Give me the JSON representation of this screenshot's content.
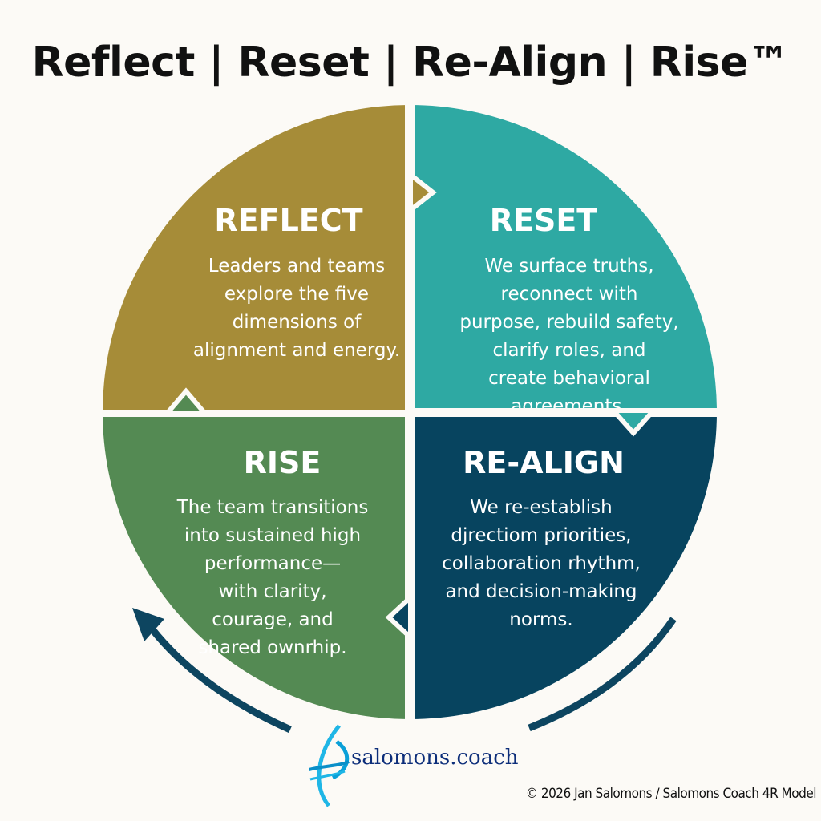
{
  "title": "Reflect | Reset | Re-Align | Rise™",
  "colors": {
    "reflect": "#a68c38",
    "reset": "#2ea9a3",
    "realign": "#07445f",
    "rise": "#548a53",
    "arrow": "#0d4560"
  },
  "quadrants": {
    "reflect": {
      "title": "REFLECT",
      "lines": [
        "Leaders and teams",
        "explore the five",
        "dimensions of",
        "alignment and energy."
      ]
    },
    "reset": {
      "title": "RESET",
      "lines": [
        "We surface truths,",
        "reconnect with",
        "purpose, rebuild safety,",
        "clarify roles, and",
        "create behavioral",
        "agreements."
      ]
    },
    "realign": {
      "title": "RE-ALIGN",
      "lines": [
        "We re-establish",
        "djrectiom priorities,",
        "collaboration rhythm,",
        "and decision-making",
        "norms."
      ]
    },
    "rise": {
      "title": "RISE",
      "lines": [
        "The team transitions",
        "into sustained high",
        "performance—",
        "with clarity,",
        "courage, and",
        "shared ownrhip."
      ]
    }
  },
  "logo": {
    "text": "salomons.coach"
  },
  "copyright": "© 2026 Jan Salomons / Salomons Coach 4R Model"
}
